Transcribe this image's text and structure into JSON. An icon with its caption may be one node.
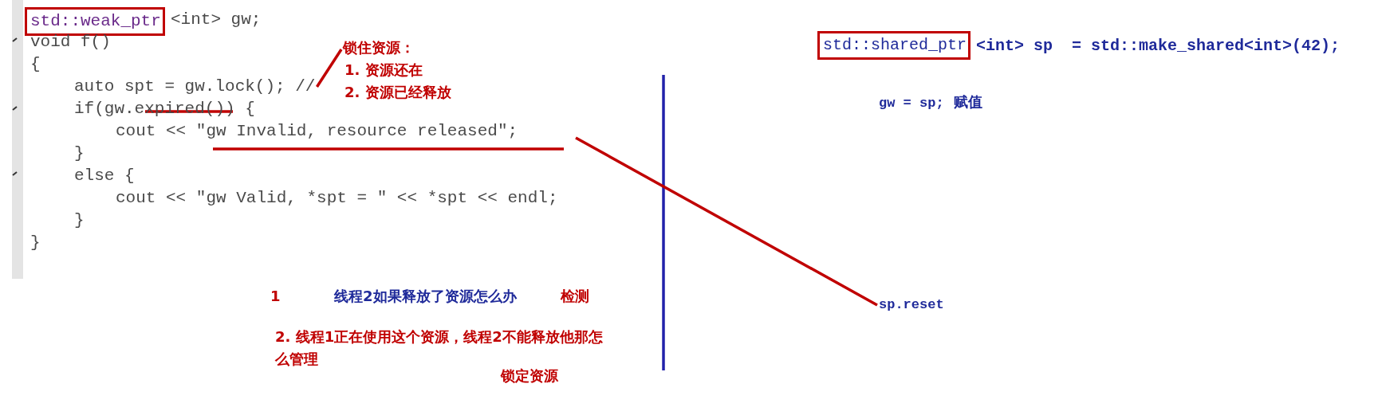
{
  "diagram": {
    "nodes": [
      {
        "text": [
          "std::weak_ptr"
        ],
        "beside": [
          "<int> gw;"
        ]
      },
      {
        "text": [
          "锁住资源：",
          "1. 资源还在",
          "2. 资源已经释放"
        ]
      },
      {
        "text": [
          "sp.reset"
        ]
      },
      {
        "text": [
          "std::shared_ptr"
        ],
        "beside": [
          "<int> sp  = std::make_shared<int>(42);"
        ]
      },
      {
        "text": [
          "auto spt = gw.lock(); //"
        ]
      }
    ],
    "edges": [
      {
        "from": 1,
        "to": 4,
        "arrow": "none"
      },
      {
        "from": 2,
        "to": null,
        "arrow": "none"
      }
    ],
    "labels": [
      "void f()",
      "{",
      "if(gw.expired()) {",
      "cout << \"gw Invalid, resource released\";",
      "}",
      "else {",
      "cout << \"gw Valid, *spt = \" << *spt << endl;",
      "}",
      "}",
      "gw = sp;",
      "赋值",
      "1",
      "线程2如果释放了资源怎么办",
      "检测",
      "2. 线程1正在使用这个资源，线程2不能释放他那怎么管理",
      "锁定资源"
    ]
  }
}
